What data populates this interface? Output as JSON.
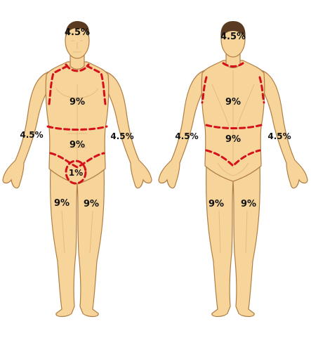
{
  "colors": {
    "skin": "#f6d49a",
    "skin_outline": "#b07e45",
    "skin_shade": "#d9a866",
    "hair": "#5a3a20",
    "divider": "#d4101a",
    "label": "#111111"
  },
  "front": {
    "head": "4.5%",
    "chest": "9%",
    "abdomen": "9%",
    "left_arm": "4.5%",
    "right_arm": "4.5%",
    "genitals": "1%",
    "left_leg": "9%",
    "right_leg": "9%"
  },
  "back": {
    "head": "4.5%",
    "upper_back": "9%",
    "lower_back": "9%",
    "left_arm": "4.5%",
    "right_arm": "4.5%",
    "left_leg": "9%",
    "right_leg": "9%"
  }
}
